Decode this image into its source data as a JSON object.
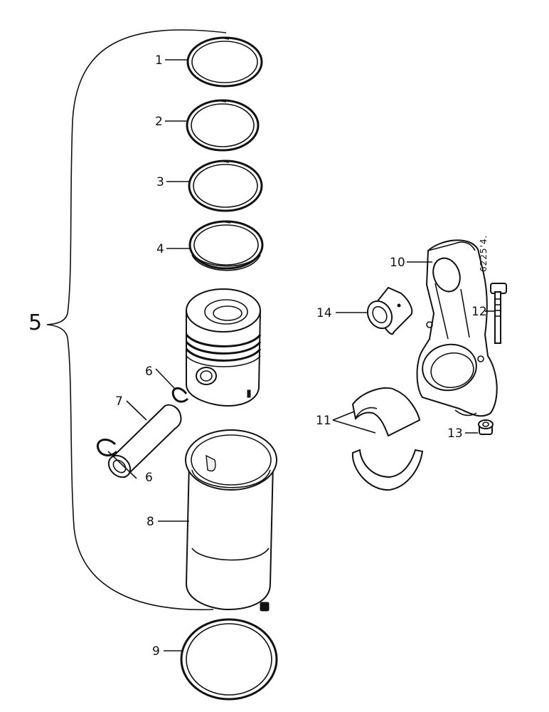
{
  "diagram": {
    "reference_code": "6225'4.",
    "callouts": [
      {
        "id": "1",
        "label": "1"
      },
      {
        "id": "2",
        "label": "2"
      },
      {
        "id": "3",
        "label": "3"
      },
      {
        "id": "4",
        "label": "4"
      },
      {
        "id": "5",
        "label": "5"
      },
      {
        "id": "6a",
        "label": "6"
      },
      {
        "id": "6b",
        "label": "6"
      },
      {
        "id": "7",
        "label": "7"
      },
      {
        "id": "8",
        "label": "8"
      },
      {
        "id": "9",
        "label": "9"
      },
      {
        "id": "10",
        "label": "10"
      },
      {
        "id": "11",
        "label": "11"
      },
      {
        "id": "12",
        "label": "12"
      },
      {
        "id": "13",
        "label": "13"
      },
      {
        "id": "14",
        "label": "14"
      }
    ]
  }
}
